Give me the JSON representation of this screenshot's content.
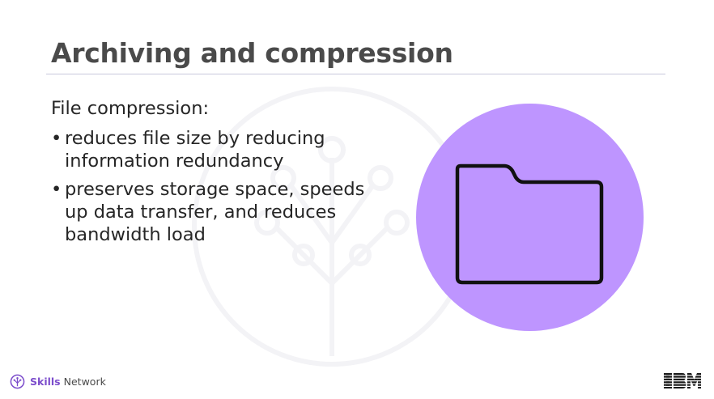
{
  "slide": {
    "title": "Archiving and compression",
    "lead": "File compression:",
    "bullets": [
      {
        "marker": "•",
        "text": "reduces file size by reducing information redundancy"
      },
      {
        "marker": "•",
        "text": "preserves storage space, speeds up data transfer, and reduces bandwidth load"
      }
    ]
  },
  "illustration": {
    "icon": "folder-icon",
    "circle_color": "#be95ff"
  },
  "footer": {
    "brand_bold": "Skills",
    "brand_regular": "Network",
    "brand_icon": "skills-network-logo-icon",
    "brand_color": "#7c4dcc",
    "company_logo": "IBM"
  }
}
